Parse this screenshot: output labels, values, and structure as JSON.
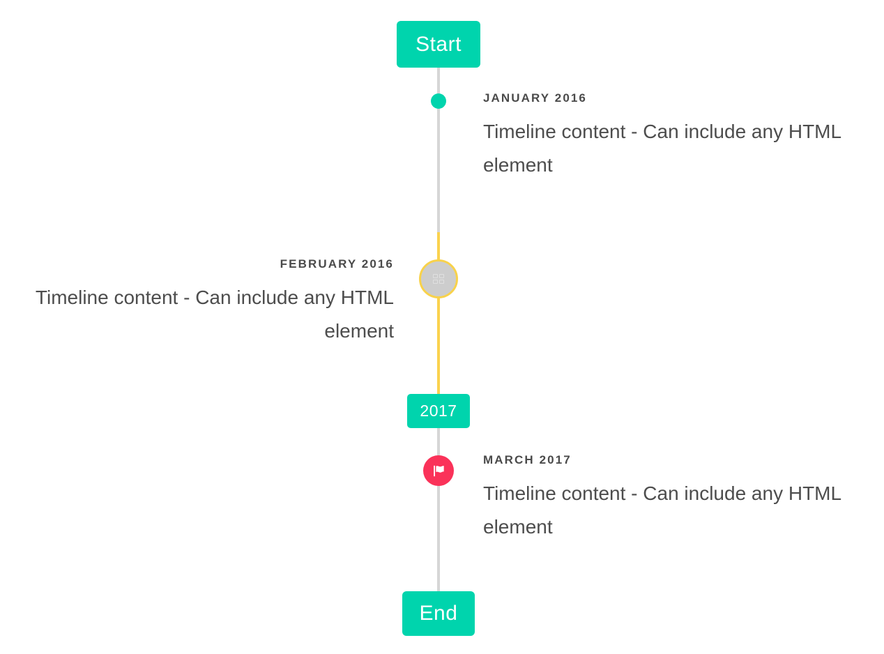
{
  "timeline": {
    "axis_color": "#d6d6d6",
    "highlight_color": "#fad24e",
    "accent_color": "#00d4ad",
    "marker_flag_color": "#fa3259",
    "start_badge": {
      "label": "Start"
    },
    "end_badge": {
      "label": "End"
    },
    "year_badge": {
      "label": "2017"
    },
    "events": [
      {
        "date": "JANUARY 2016",
        "text": "Timeline content - Can include any HTML element",
        "side": "right",
        "marker": "teal-dot"
      },
      {
        "date": "FEBRUARY 2016",
        "text": "Timeline content - Can include any HTML element",
        "side": "left",
        "marker": "gray-circle-highlight"
      },
      {
        "date": "MARCH 2017",
        "text": "Timeline content - Can include any HTML element",
        "side": "right",
        "marker": "flag-icon"
      }
    ]
  }
}
